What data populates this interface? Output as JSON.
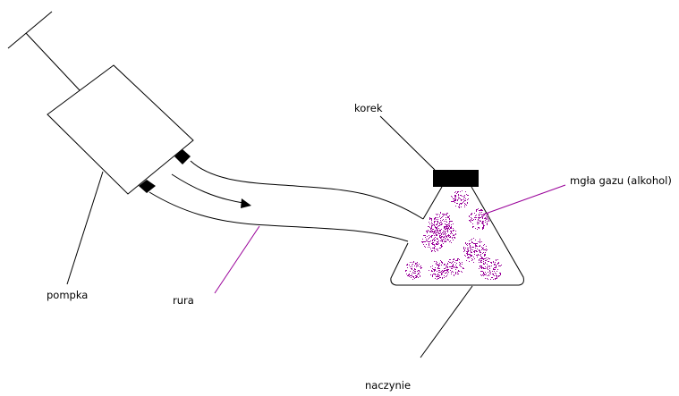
{
  "labels": {
    "cork": "korek",
    "gas_mist": "mgła gazu (alkohol)",
    "pump": "pompka",
    "tube": "rura",
    "vessel": "naczynie"
  },
  "colors": {
    "line": "#000000",
    "mist": "#990099",
    "pointer": "#990099"
  }
}
